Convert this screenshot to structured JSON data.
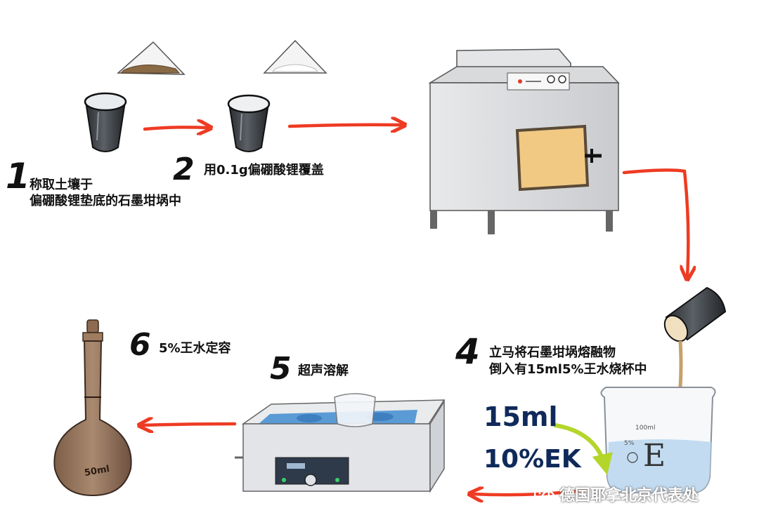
{
  "steps": [
    {
      "number": "1",
      "caption_line1": "称取土壤于",
      "caption_line2": "偏硼酸锂垫底的石墨坩埚中"
    },
    {
      "number": "2",
      "caption_line1": "用0.1g偏硼酸锂覆盖"
    },
    {
      "number": "4",
      "caption_line1": "立马将石墨坩埚熔融物",
      "caption_line2": "倒入有15ml5%王水烧杯中"
    },
    {
      "number": "5",
      "caption_line1": "超声溶解"
    },
    {
      "number": "6",
      "caption_line1": "5%王水定容"
    }
  ],
  "annotations": {
    "volume_note": "15ml",
    "acid_note": "10%EK",
    "flask_label": "50ml"
  },
  "watermark": {
    "text": "德国耶拿北京代表处",
    "icon": "wechat-icon"
  },
  "colors": {
    "arrow": "#ee3b23",
    "bath_water": "#5b9bd5",
    "melt": "#c8a06a",
    "flask": "#9a7b62"
  }
}
